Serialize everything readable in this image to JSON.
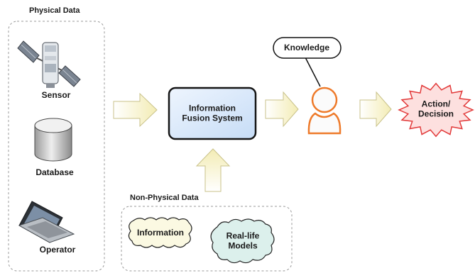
{
  "physical": {
    "title": "Physical Data",
    "items": [
      {
        "label": "Sensor",
        "icon": "satellite-icon"
      },
      {
        "label": "Database",
        "icon": "database-icon"
      },
      {
        "label": "Operator",
        "icon": "laptop-icon"
      }
    ]
  },
  "fusion": {
    "line1": "Information",
    "line2": "Fusion System"
  },
  "knowledge": {
    "label": "Knowledge"
  },
  "user": {
    "icon": "person-icon"
  },
  "action": {
    "line1": "Action/",
    "line2": "Decision"
  },
  "non_physical": {
    "title": "Non-Physical Data",
    "items": [
      {
        "line1": "Information",
        "line2": ""
      },
      {
        "line1": "Real-life",
        "line2": "Models"
      }
    ]
  },
  "colors": {
    "arrow_fill": "#fdfbe0",
    "arrow_stroke": "#c9c28a",
    "fusion_fill": "#d7e7fa",
    "person": "#ee7a2a",
    "burst_fill": "#fde0df",
    "burst_stroke": "#e23a3a",
    "cloud_info": "#fbf9e2",
    "cloud_models": "#dcf0ec"
  }
}
